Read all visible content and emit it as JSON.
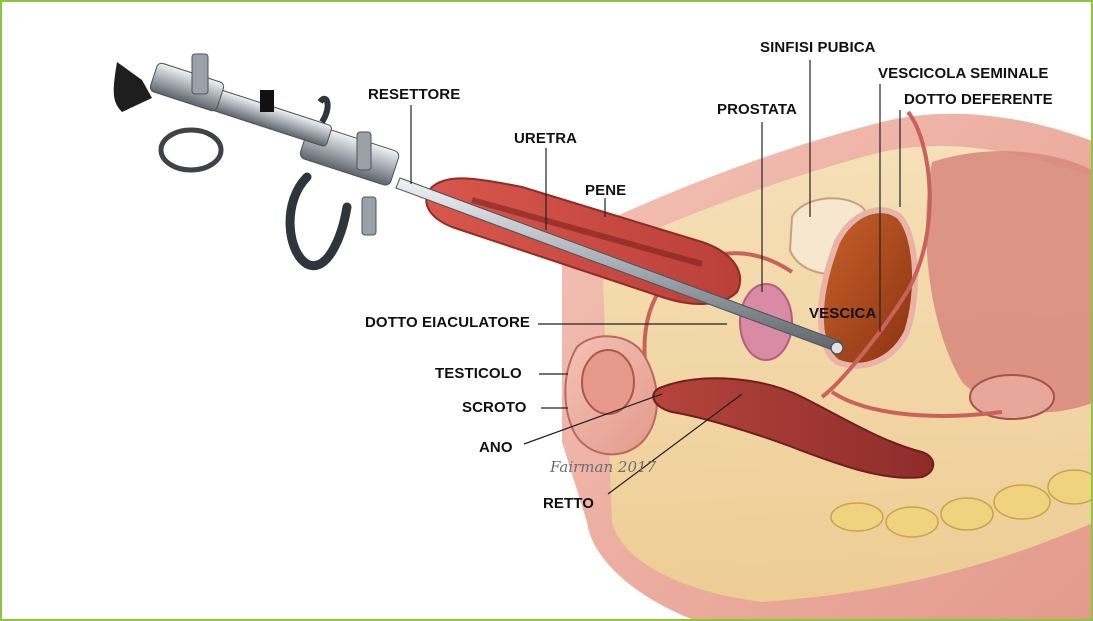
{
  "diagram": {
    "colors": {
      "frame": "#8cc63f",
      "tissue": "#e8a79a",
      "muscle": "#c9504a",
      "fat": "#f2d9a6",
      "instrument": "#8a9099",
      "line": "#222222"
    },
    "labels": {
      "sinfisi_pubica": "SINFISI PUBICA",
      "vescicola_seminale": "VESCICOLA SEMINALE",
      "dotto_deferente": "DOTTO DEFERENTE",
      "resettore": "RESETTORE",
      "prostata": "PROSTATA",
      "uretra": "URETRA",
      "pene": "PENE",
      "dotto_eiaculatore": "DOTTO EIACULATORE",
      "vescica": "VESCICA",
      "testicolo": "TESTICOLO",
      "scroto": "SCROTO",
      "ano": "ANO",
      "retto": "RETTO"
    },
    "signature": "Fairman 2017"
  }
}
